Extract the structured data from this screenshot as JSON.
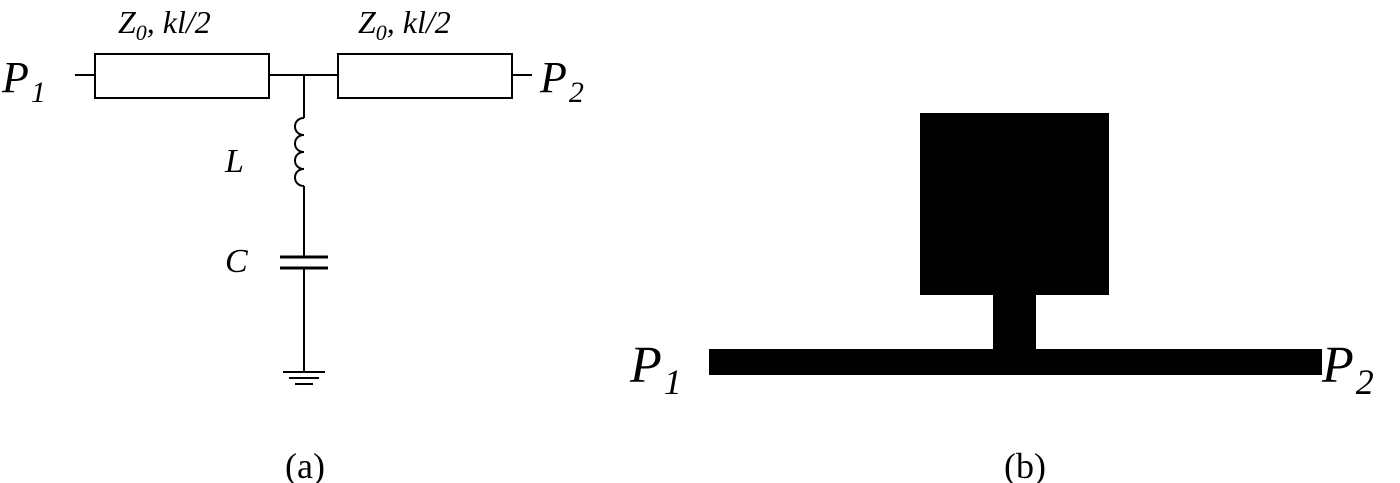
{
  "colors": {
    "ink": "#000000",
    "background": "#ffffff"
  },
  "panel_a": {
    "caption": "(a)",
    "port_left": {
      "letter": "P",
      "index": "1"
    },
    "port_right": {
      "letter": "P",
      "index": "2"
    },
    "line_left_label": {
      "z": "Z",
      "z_sub": "0",
      "rest": ", kl/2"
    },
    "line_right_label": {
      "z": "Z",
      "z_sub": "0",
      "rest": ", kl/2"
    },
    "inductor_label": "L",
    "capacitor_label": "C"
  },
  "panel_b": {
    "caption": "(b)",
    "port_left": {
      "letter": "P",
      "index": "1"
    },
    "port_right": {
      "letter": "P",
      "index": "2"
    }
  }
}
